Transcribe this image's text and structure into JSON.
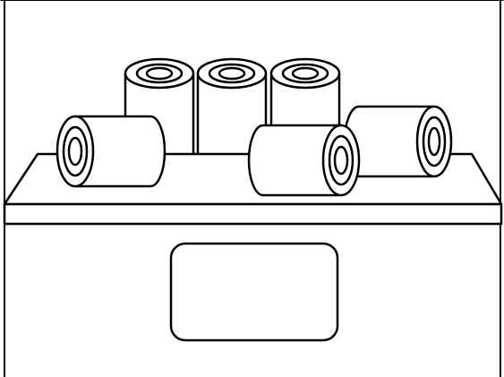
{
  "scene": {
    "objects": {
      "cabinet": "cabinet-outline",
      "shelf": "shelf-board",
      "label": "blank-label-panel",
      "rolls": {
        "standing_count": 3,
        "lying_count": 3
      }
    },
    "colors": {
      "stroke": "#000000",
      "fill": "#ffffff",
      "background": "#ffffff"
    }
  }
}
